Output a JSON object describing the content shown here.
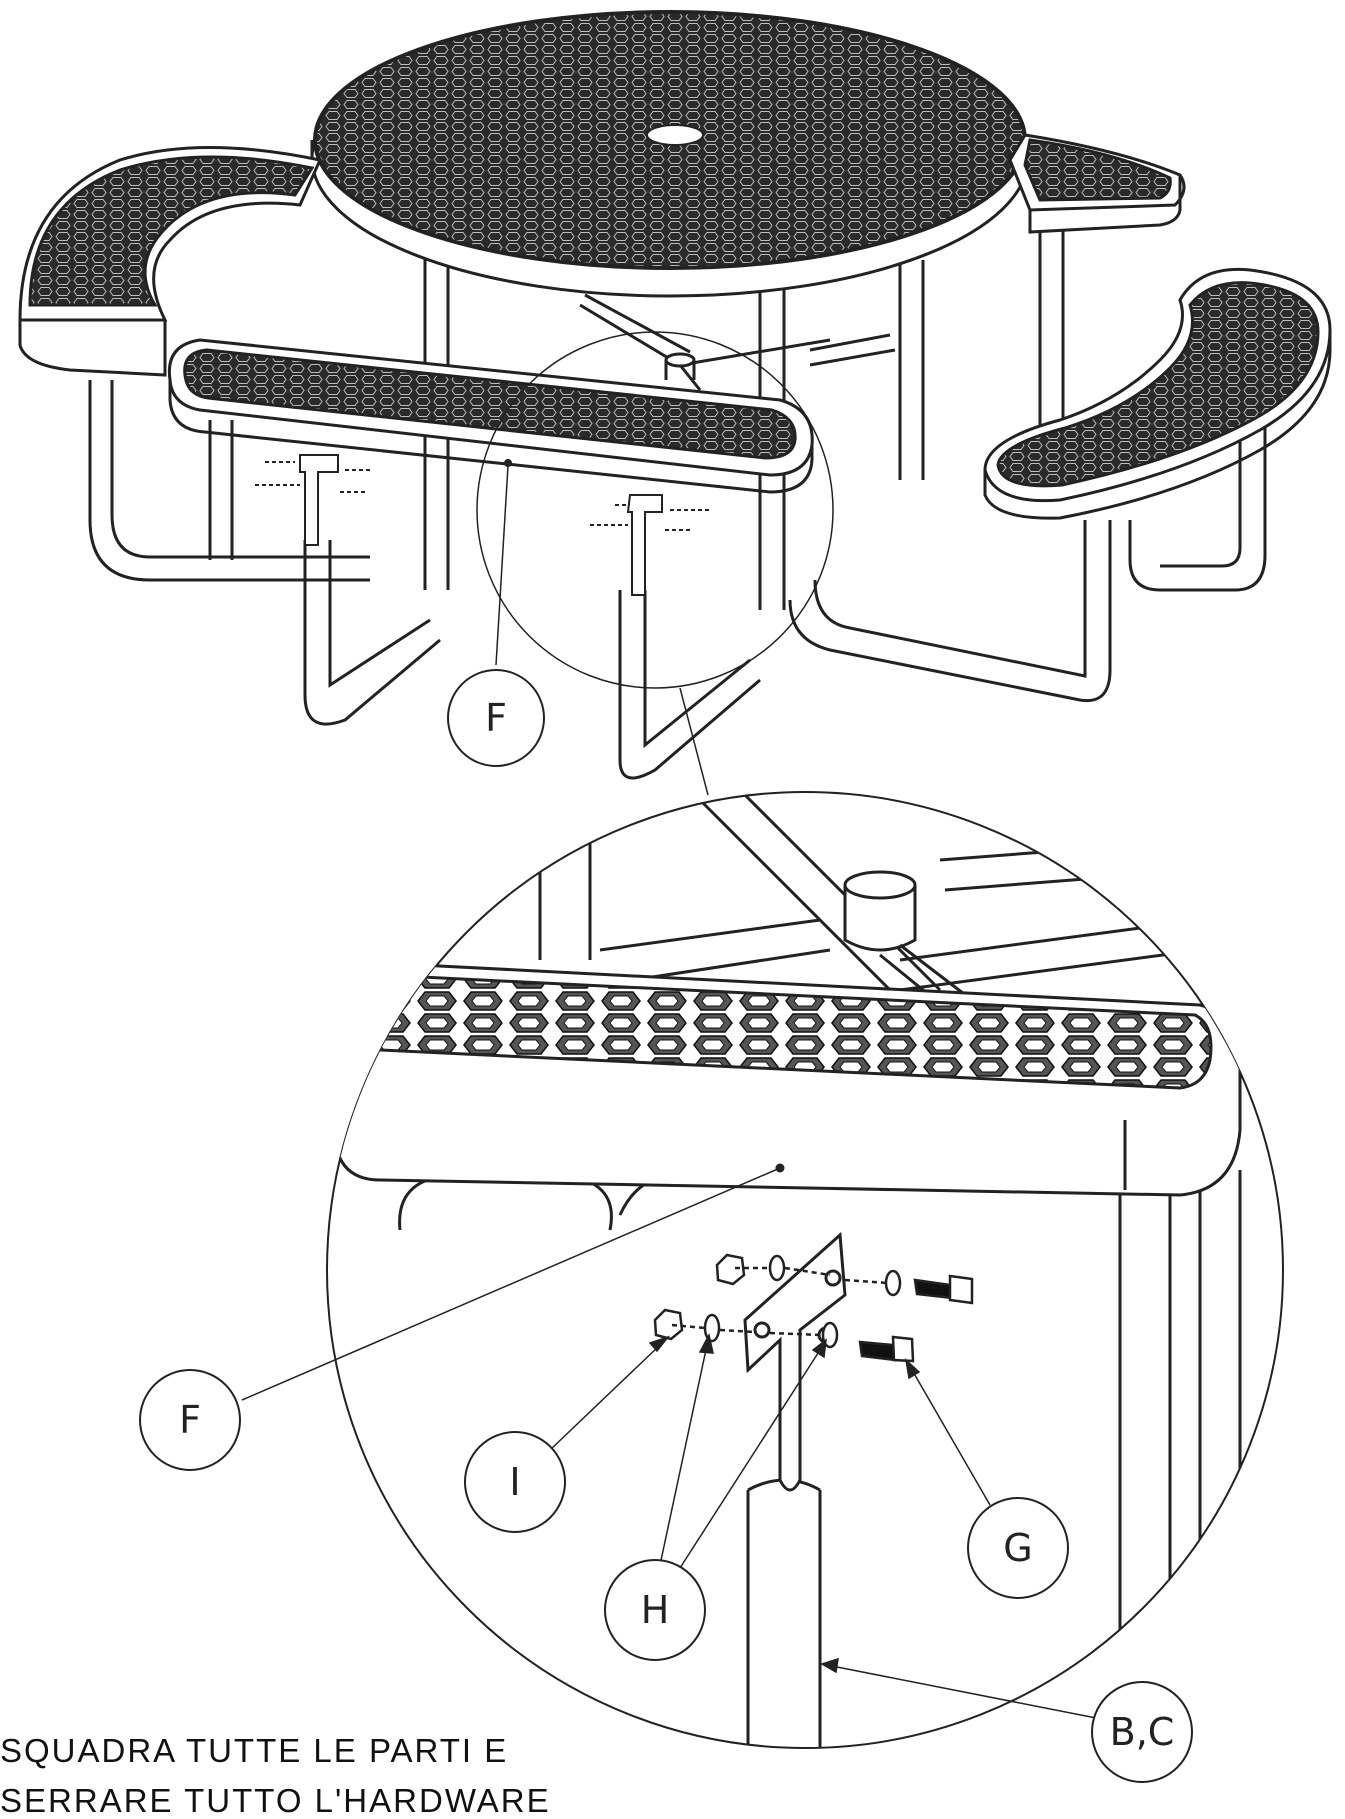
{
  "callouts": {
    "f_top": "F",
    "f_detail": "F",
    "i": "I",
    "h": "H",
    "g": "G",
    "bc": "B,C"
  },
  "instructions": {
    "line1": "SQUADRA  TUTTE  LE  PARTI  E",
    "line2": "SERRARE  TUTTO  L'HARDWARE"
  },
  "colors": {
    "line": "#222222",
    "mesh": "#2a2a2a",
    "background": "#ffffff"
  }
}
